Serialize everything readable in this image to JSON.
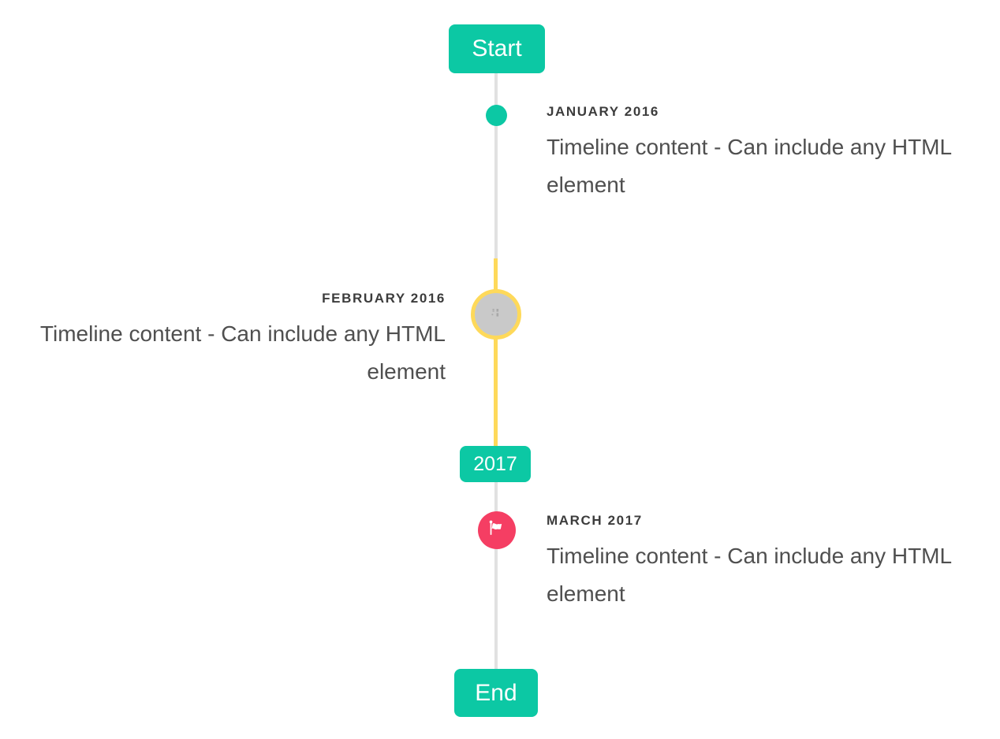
{
  "timeline": {
    "start_badge": "Start",
    "year_badge": "2017",
    "end_badge": "End",
    "entries": [
      {
        "title": "JANUARY 2016",
        "content": "Timeline content - Can include any HTML element",
        "side": "right",
        "marker": "teal-dot"
      },
      {
        "title": "FEBRUARY 2016",
        "content": "Timeline content - Can include any HTML element",
        "side": "left",
        "marker": "gray-circle-yellow-ring-broken-image"
      },
      {
        "title": "MARCH 2017",
        "content": "Timeline content - Can include any HTML element",
        "side": "right",
        "marker": "rose-flag-circle"
      }
    ]
  },
  "colors": {
    "teal": "#0cc8a4",
    "yellow": "#fed95a",
    "rose": "#f53e63",
    "line_gray": "#e1e1e1",
    "circle_gray": "#c9c9c9",
    "heading_text": "#3c3c3c",
    "body_text": "#4f4f4f",
    "bg": "#ffffff"
  }
}
